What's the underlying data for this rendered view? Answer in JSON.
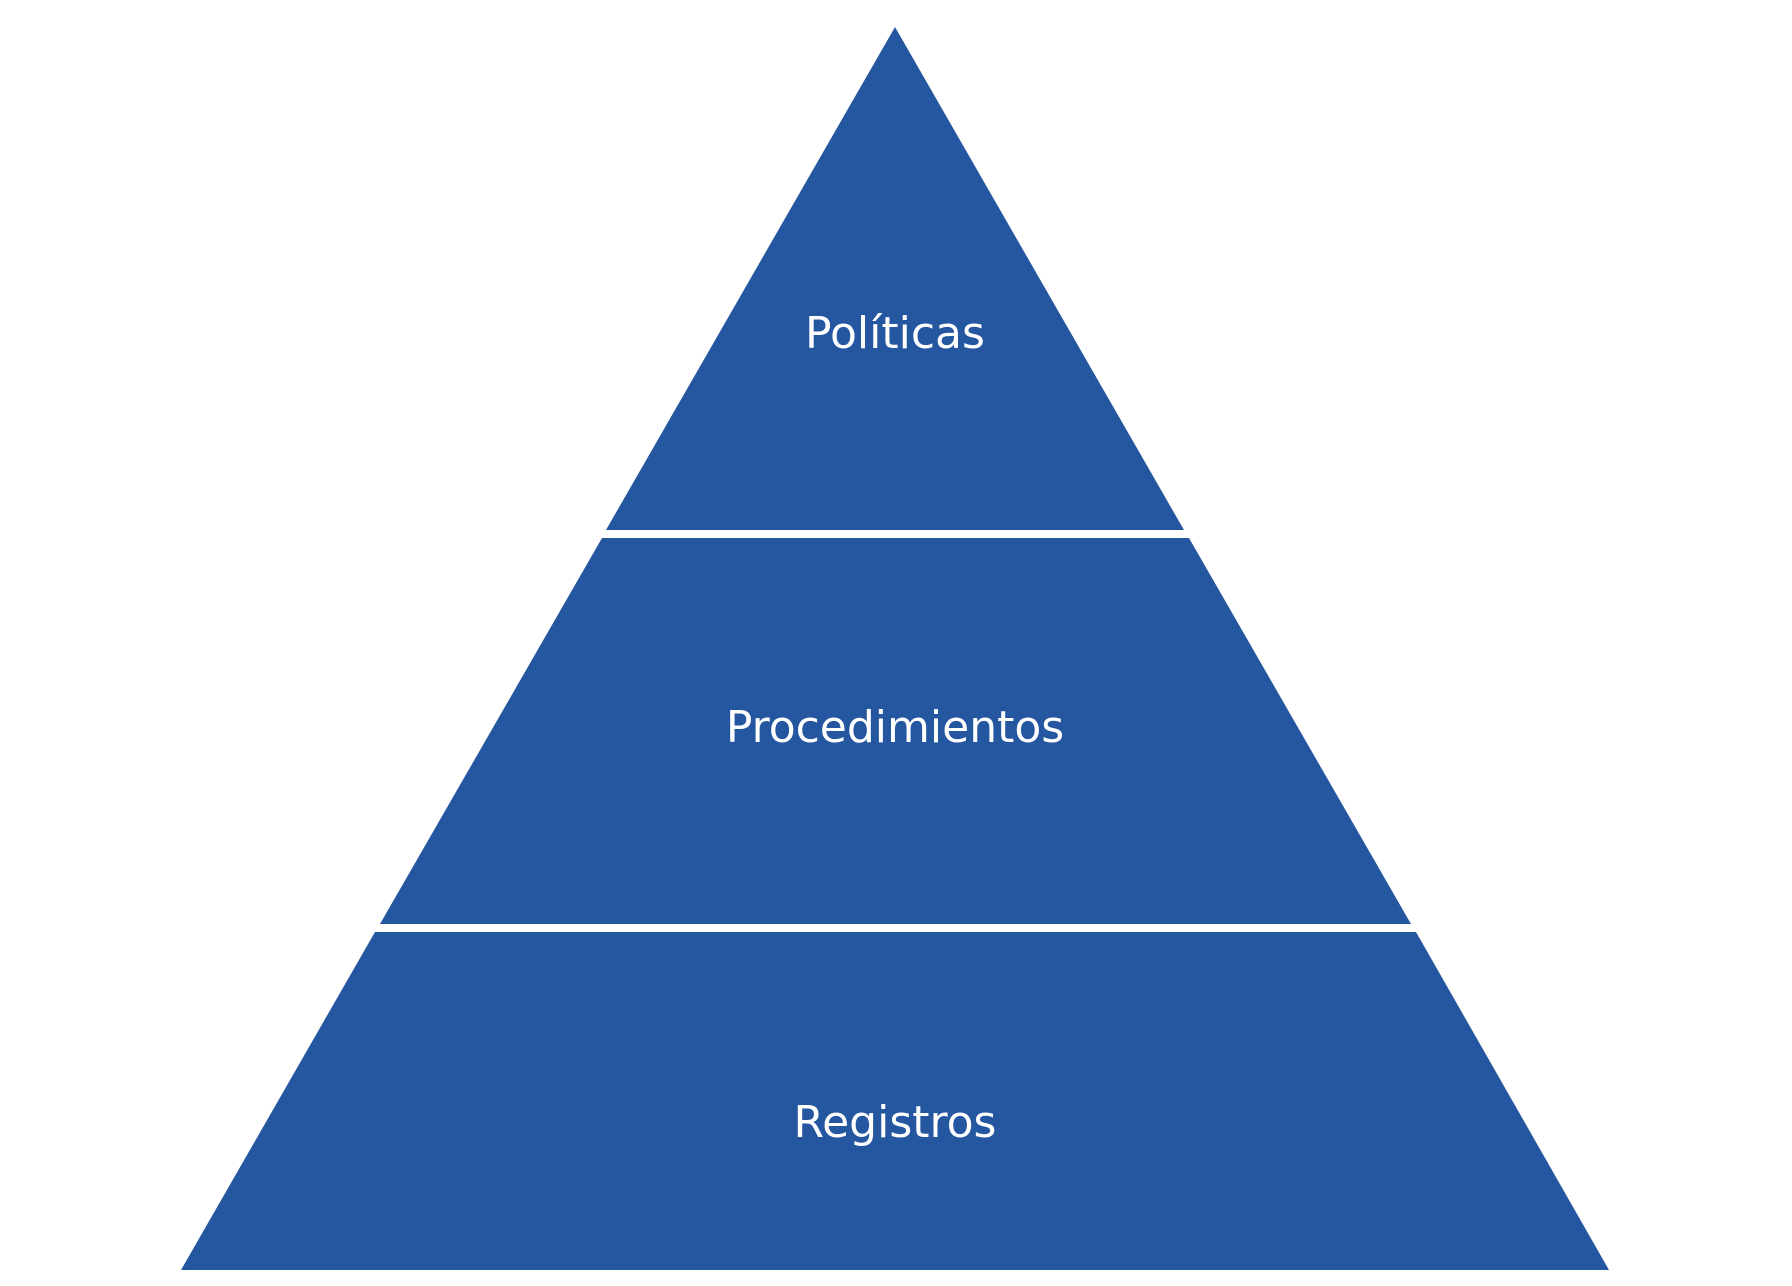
{
  "diagram": {
    "type": "pyramid",
    "fill_color": "#2556a0",
    "label_color": "#ffffff",
    "background_color": "#ffffff",
    "tiers": [
      {
        "label": "Políticas"
      },
      {
        "label": "Procedimientos"
      },
      {
        "label": "Registros"
      }
    ]
  }
}
